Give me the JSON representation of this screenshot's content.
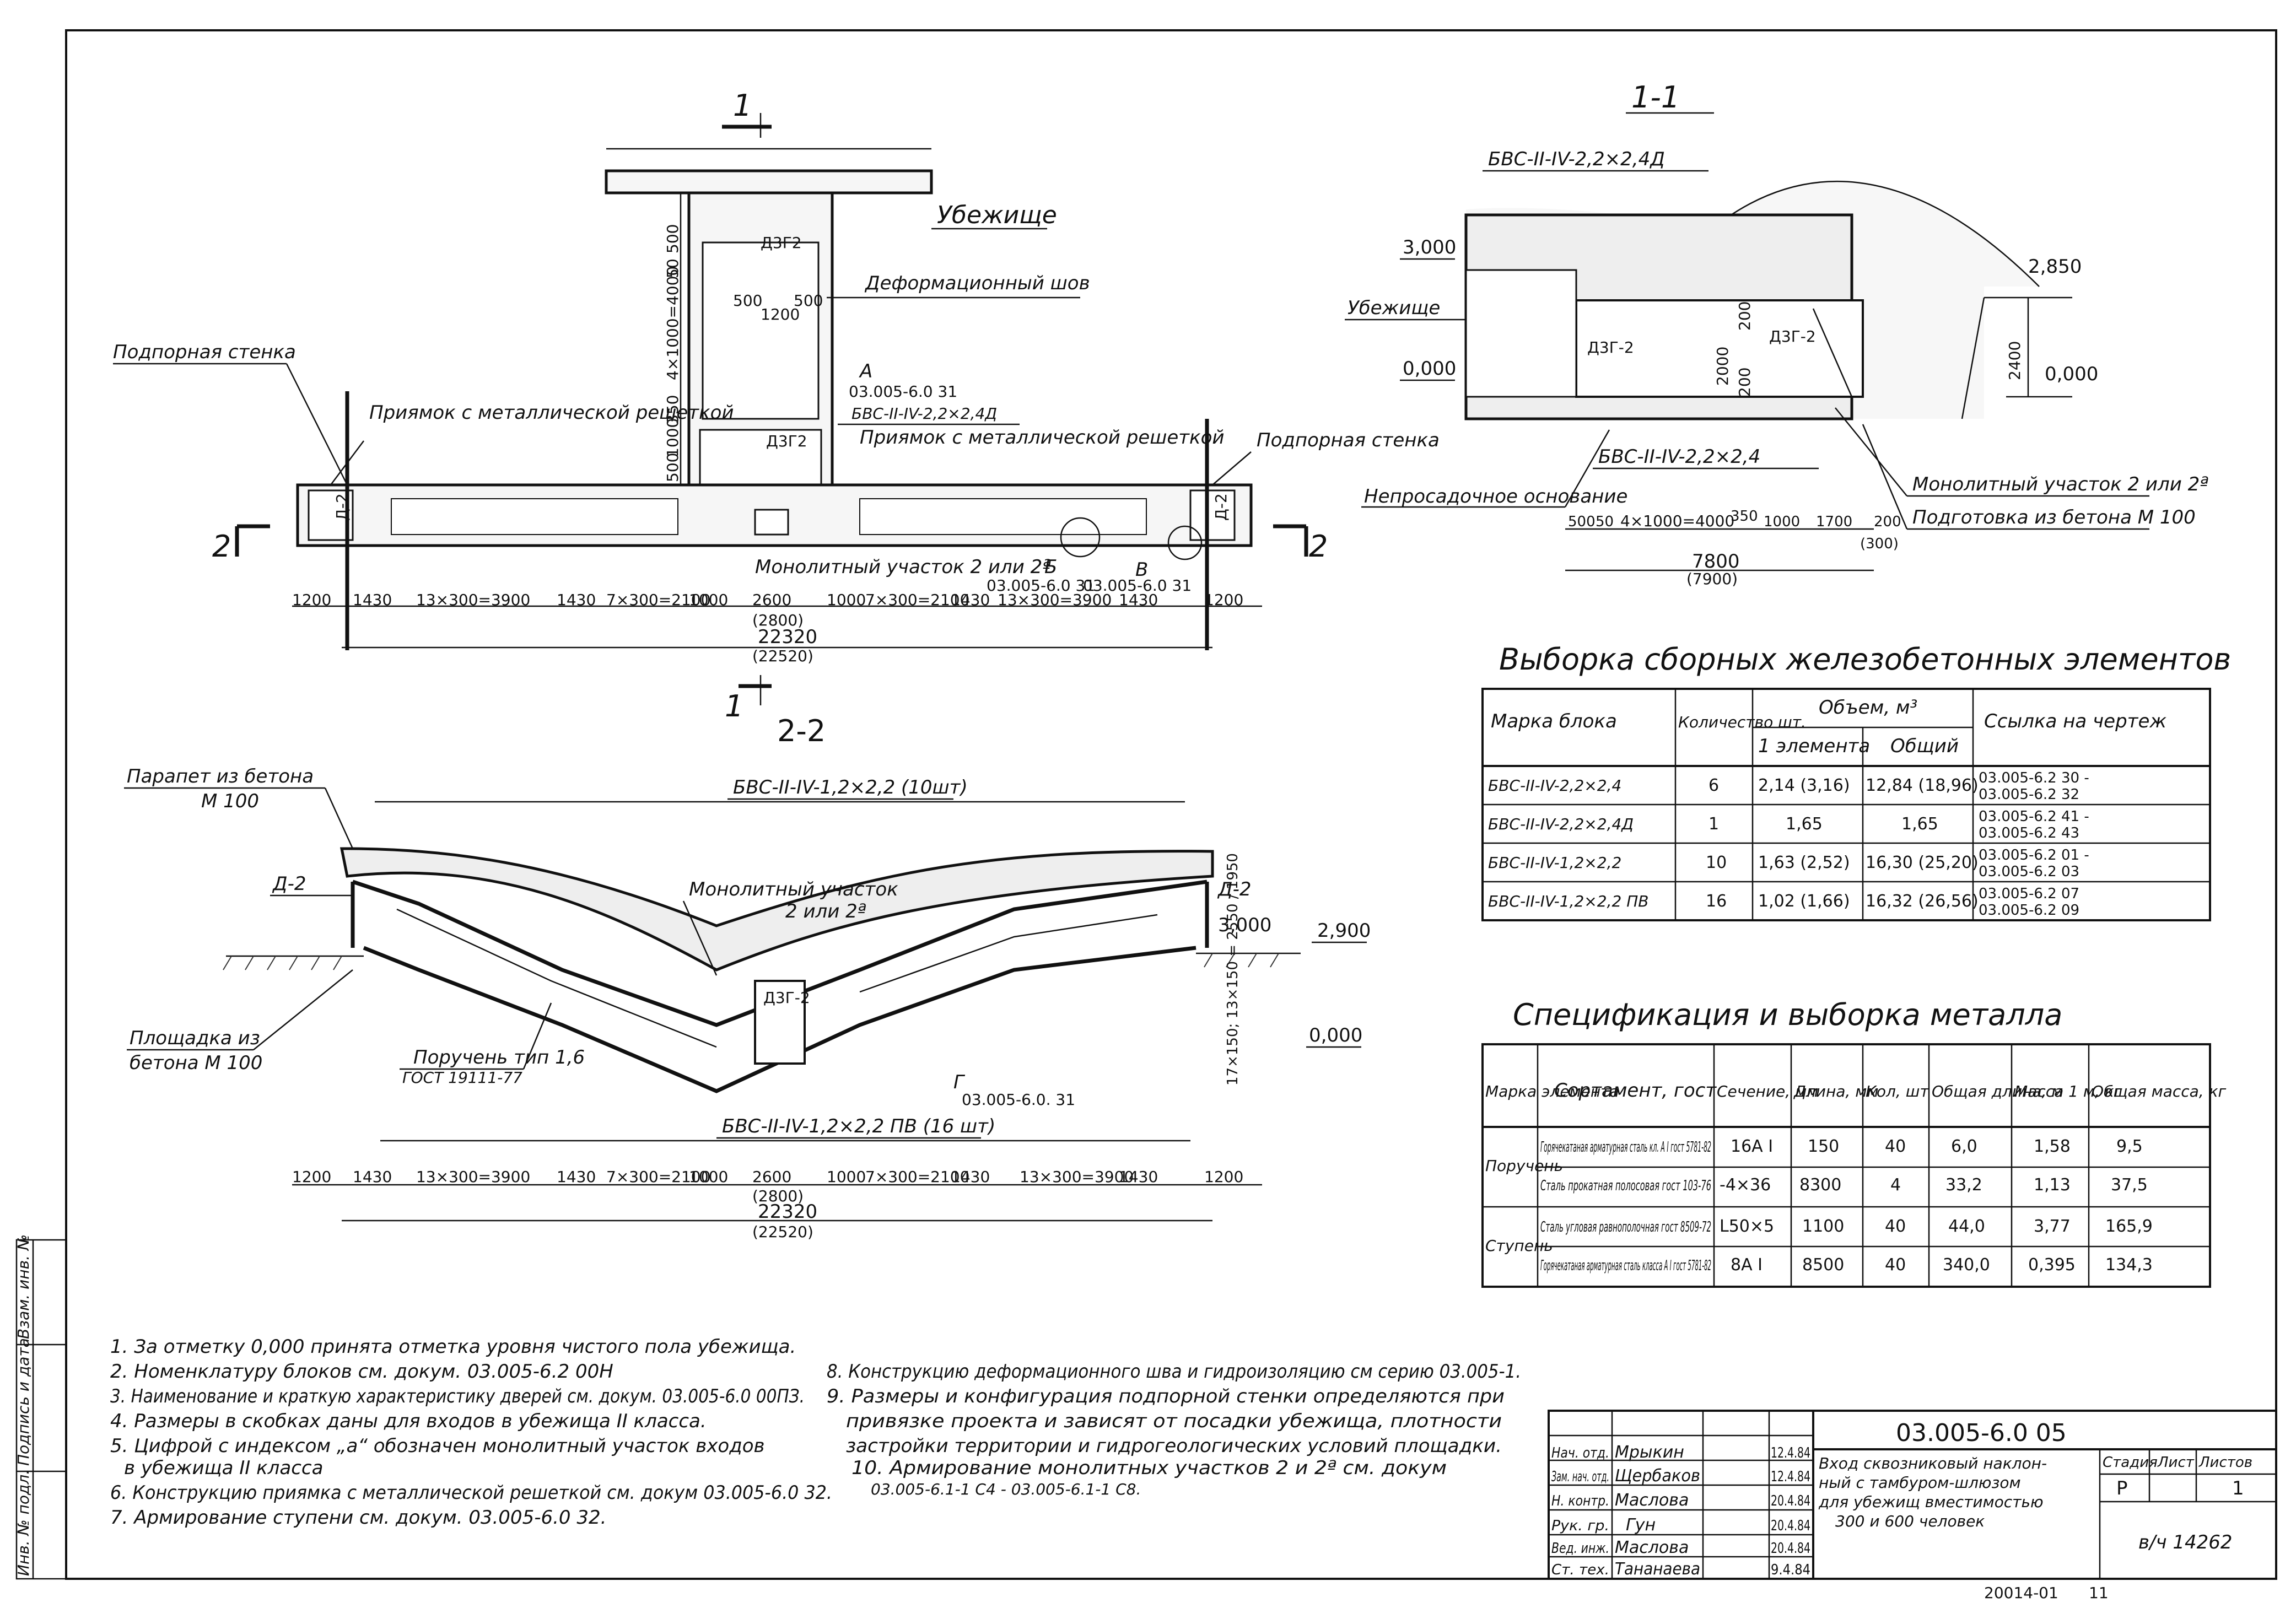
{
  "plan": {
    "section_mark": "1",
    "shelter": "Убежище",
    "deformation_joint": "Деформационный шов",
    "retaining_wall": "Подпорная стенка",
    "pit_left": "Приямок с металлической решеткой",
    "pit_mid": "Приямок с металлической решеткой",
    "retaining_wall_right": "Подпорная стенка",
    "door_top": "Д3Г2",
    "door_mid": "Д3Г2",
    "door_left": "Д-2",
    "door_right": "Д-2",
    "node_a": "А",
    "node_a_ref": "03.005-6.0 31",
    "node_a_block": "БВС-II-IV-2,2×2,4Д",
    "monolith": "Монолитный участок 2 или 2ª",
    "node_b": "Б",
    "node_v": "В",
    "node_b_ref": "03.005-6.0 31",
    "node_v_ref": "03.005-6.0 31",
    "section_2": "2",
    "dims_vertical": [
      "500",
      "50",
      "4×1000=4000",
      "350",
      "1000",
      "500",
      "1200"
    ],
    "dims_small": [
      "500",
      "1200",
      "500"
    ],
    "dims_row": [
      "1200",
      "1430",
      "13×300=3900",
      "1430",
      "7×300=2100",
      "1000",
      "2600",
      "1000",
      "7×300=2100",
      "1430",
      "13×300=3900",
      "1430",
      "1200"
    ],
    "dim_alt": "(2800)",
    "total": "22320",
    "total_alt": "(22520)"
  },
  "sec11": {
    "title": "1-1",
    "block_top": "БВС-II-IV-2,2×2,4Д",
    "el_3000": "3,000",
    "el_0000": "0,000",
    "el_2850": "2,850",
    "el_0000_r": "0,000",
    "shelter": "Убежище",
    "door1": "Д3Г-2",
    "door2": "Д3Г-2",
    "h_dims": [
      "2400",
      "2000",
      "200",
      "200"
    ],
    "dim_2400": "2400",
    "block_bottom": "БВС-II-IV-2,2×2,4",
    "non_settling": "Непросадочное основание",
    "monolith": "Монолитный участок 2 или 2ª",
    "prep": "Подготовка из бетона М 100",
    "dims": [
      "500",
      "50",
      "4×1000=4000",
      "350",
      "1000",
      "1700",
      "200"
    ],
    "dim_300": "(300)",
    "total": "7800",
    "total_alt": "(7900)"
  },
  "sec22": {
    "section_mark": "1",
    "title": "2-2",
    "parapet": "Парапет из бетона М 100",
    "block_top": "БВС-II-IV-1,2×2,2 (10шт)",
    "door_l": "Д-2",
    "door_r": "Д-2",
    "monolith": "Монолитный участок 2 или 2ª",
    "el_3000": "3,000",
    "el_2900": "2,900",
    "el_0000": "0,000",
    "door_mid": "Д3Г-2",
    "platform": "Площадка из бетона М 100",
    "handrail": "Поручень тип 1,6 ГОСТ 19111-77",
    "node_g": "Г",
    "node_ref": "03.005-6.0. 31",
    "block_bottom": "БВС-II-IV-1,2×2,2 ПВ (16 шт)",
    "vdim": "17×150; 13×150 = 2550 / 1950",
    "dims_row": [
      "1200",
      "1430",
      "13×300=3900",
      "1430",
      "7×300=2100",
      "1000",
      "2600",
      "1000",
      "7×300=2100",
      "1430",
      "13×300=3900",
      "1430",
      "1200"
    ],
    "dim_alt": "(2800)",
    "total": "22320",
    "total_alt": "(22520)"
  },
  "table1": {
    "title": "Выборка сборных железобетонных элементов",
    "h_mark": "Марка блока",
    "h_count": "Количество шт.",
    "h_volume": "Объем, м³",
    "h_one": "1 элемента",
    "h_total": "Общий",
    "h_ref": "Ссылка на чертеж",
    "rows": [
      {
        "mark": "БВС-II-IV-2,2×2,4",
        "count": "6",
        "one": "2,14 (3,16)",
        "total": "12,84 (18,96)",
        "ref1": "03.005-6.2 30 -",
        "ref2": "03.005-6.2 32"
      },
      {
        "mark": "БВС-II-IV-2,2×2,4Д",
        "count": "1",
        "one": "1,65",
        "total": "1,65",
        "ref1": "03.005-6.2 41 -",
        "ref2": "03.005-6.2 43"
      },
      {
        "mark": "БВС-II-IV-1,2×2,2",
        "count": "10",
        "one": "1,63 (2,52)",
        "total": "16,30 (25,20)",
        "ref1": "03.005-6.2 01 -",
        "ref2": "03.005-6.2 03"
      },
      {
        "mark": "БВС-II-IV-1,2×2,2 ПВ",
        "count": "16",
        "one": "1,02 (1,66)",
        "total": "16,32 (26,56)",
        "ref1": "03.005-6.2 07",
        "ref2": "03.005-6.2 09"
      }
    ]
  },
  "table2": {
    "title": "Спецификация и выборка металла",
    "headers": [
      "Марка элемента",
      "Сортамент, гост",
      "Сечение, мм",
      "Длина, мм",
      "Кол, шт",
      "Общая длина, м",
      "Масса 1 м, кг",
      "Общая масса, кг"
    ],
    "group1": "Поручень",
    "group2": "Ступень",
    "rows": [
      {
        "sort": "Горячекатаная арматурная сталь кл. А I гост 5781-82",
        "sec": "16A I",
        "len": "150",
        "qty": "40",
        "tl": "6,0",
        "m1": "1,58",
        "tm": "9,5"
      },
      {
        "sort": "Сталь прокатная полосовая гост 103-76",
        "sec": "-4×36",
        "len": "8300",
        "qty": "4",
        "tl": "33,2",
        "m1": "1,13",
        "tm": "37,5"
      },
      {
        "sort": "Сталь угловая равнополочная гост 8509-72",
        "sec": "L50×5",
        "len": "1100",
        "qty": "40",
        "tl": "44,0",
        "m1": "3,77",
        "tm": "165,9"
      },
      {
        "sort": "Горячекатаная арматурная сталь класса А I гост 5781-82",
        "sec": "8A I",
        "len": "8500",
        "qty": "40",
        "tl": "340,0",
        "m1": "0,395",
        "tm": "134,3"
      }
    ]
  },
  "notes": {
    "left": [
      "1. За отметку 0,000 принята отметка уровня чистого пола убежища.",
      "2. Номенклатуру блоков см. докум. 03.005-6.2 00Н",
      "3. Наименование и краткую характеристику дверей см. докум. 03.005-6.0 00ПЗ.",
      "4. Размеры в скобках даны для входов в убежища II класса.",
      "5. Цифрой с индексом „а“ обозначен монолитный участок входов",
      "в убежища II класса",
      "6. Конструкцию приямка с металлической решеткой см. докум 03.005-6.0 32.",
      "7. Армирование ступени см. докум. 03.005-6.0 32."
    ],
    "right": [
      "8. Конструкцию деформационного шва и гидроизоляцию см серию 03.005-1.",
      "9. Размеры и конфигурация подпорной стенки определяются при",
      "привязке проекта и зависят от посадки убежища, плотности",
      "застройки территории и гидрогеологических условий площадки.",
      "10. Армирование монолитных участков 2 и 2ª см. докум",
      "03.005-6.1-1 С4 - 03.005-6.1-1 С8."
    ]
  },
  "stamp": {
    "code": "03.005-6.0 05",
    "rows": [
      {
        "role": "Нач. отд.",
        "name": "Мрыкин",
        "date": "12.4.84"
      },
      {
        "role": "Зам. нач. отд.",
        "name": "Щербаков",
        "date": "12.4.84"
      },
      {
        "role": "Н. контр.",
        "name": "Маслова",
        "date": "20.4.84"
      },
      {
        "role": "Рук. гр.",
        "name": "Гун",
        "date": "20.4.84"
      },
      {
        "role": "Вед. инж.",
        "name": "Маслова",
        "date": "20.4.84"
      },
      {
        "role": "Ст. тех.",
        "name": "Тананаева",
        "date": "9.4.84"
      }
    ],
    "title": "Вход сквозниковый наклонный с тамбуром-шлюзом для убежищ вместимостью 300 и 600 человек",
    "h_stage": "Стадия",
    "h_sheet": "Лист",
    "h_sheets": "Листов",
    "stage": "Р",
    "sheets": "1",
    "archive": "в/ч 14262"
  },
  "side": {
    "inv": "Инв. № подл.",
    "sign": "Подпись и дата",
    "replace": "Взам. инв. №"
  },
  "footer": {
    "num": "20014-01",
    "page": "11"
  }
}
